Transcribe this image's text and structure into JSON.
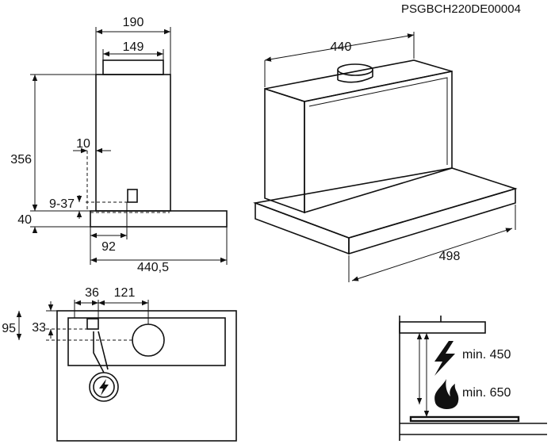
{
  "drawing_code": "PSGBCH220DE00004",
  "dimensions": {
    "side_top_width": "190",
    "side_duct_width": "149",
    "side_height": "356",
    "side_depth_offset": "10",
    "side_socket_range": "9-37",
    "side_visor_height": "40",
    "side_front_offset": "92",
    "side_total_depth": "440,5",
    "iso_top_width": "440",
    "iso_bottom_width": "498",
    "bottom_socket_offset": "36",
    "bottom_duct_offset": "121",
    "bottom_depth_outer": "95",
    "bottom_depth_inner": "33"
  },
  "clearances": {
    "electric_label": "min. 450",
    "gas_label": "min. 650"
  }
}
